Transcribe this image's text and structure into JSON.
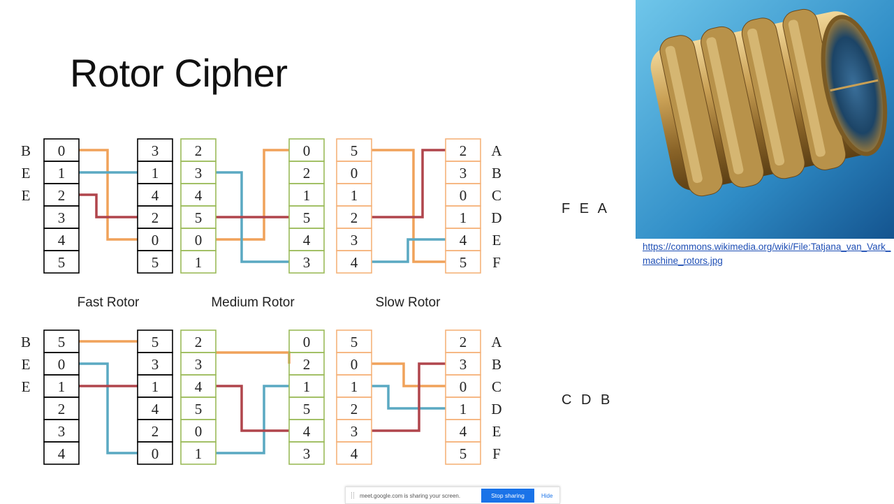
{
  "title": "Rotor Cipher",
  "rotor_labels": [
    "Fast Rotor",
    "Medium Rotor",
    "Slow Rotor"
  ],
  "outputs": [
    "F E A",
    "C D B"
  ],
  "diagrams": [
    {
      "inputs": [
        "B",
        "E",
        "E",
        "",
        "",
        ""
      ],
      "outputs": [
        "A",
        "B",
        "C",
        "D",
        "E",
        "F"
      ],
      "fast_left": [
        "0",
        "1",
        "2",
        "3",
        "4",
        "5"
      ],
      "fast_right": [
        "3",
        "1",
        "4",
        "2",
        "0",
        "5"
      ],
      "medium_left": [
        "2",
        "3",
        "4",
        "5",
        "0",
        "1"
      ],
      "medium_right": [
        "0",
        "2",
        "1",
        "5",
        "4",
        "3"
      ],
      "slow_left": [
        "5",
        "0",
        "1",
        "2",
        "3",
        "4"
      ],
      "slow_right": [
        "2",
        "3",
        "0",
        "1",
        "4",
        "5"
      ]
    },
    {
      "inputs": [
        "B",
        "E",
        "E",
        "",
        "",
        ""
      ],
      "outputs": [
        "A",
        "B",
        "C",
        "D",
        "E",
        "F"
      ],
      "fast_left": [
        "5",
        "0",
        "1",
        "2",
        "3",
        "4"
      ],
      "fast_right": [
        "5",
        "3",
        "1",
        "4",
        "2",
        "0"
      ],
      "medium_left": [
        "2",
        "3",
        "4",
        "5",
        "0",
        "1"
      ],
      "medium_right": [
        "0",
        "2",
        "1",
        "5",
        "4",
        "3"
      ],
      "slow_left": [
        "5",
        "0",
        "1",
        "2",
        "3",
        "4"
      ],
      "slow_right": [
        "2",
        "3",
        "0",
        "1",
        "4",
        "5"
      ]
    }
  ],
  "colors": {
    "orange": "#f0a25a",
    "blue": "#5aa9c2",
    "red": "#b0454c",
    "fast_box": "#000000",
    "medium_box": "#9bbb59",
    "slow_box": "#f5b27a"
  },
  "image_caption": "https://commons.wikimedia.org/wiki/File:Tatjana_van_Vark_machine_rotors.jpg",
  "share_bar": {
    "message": "meet.google.com is sharing your screen.",
    "stop_label": "Stop sharing",
    "hide_label": "Hide"
  }
}
